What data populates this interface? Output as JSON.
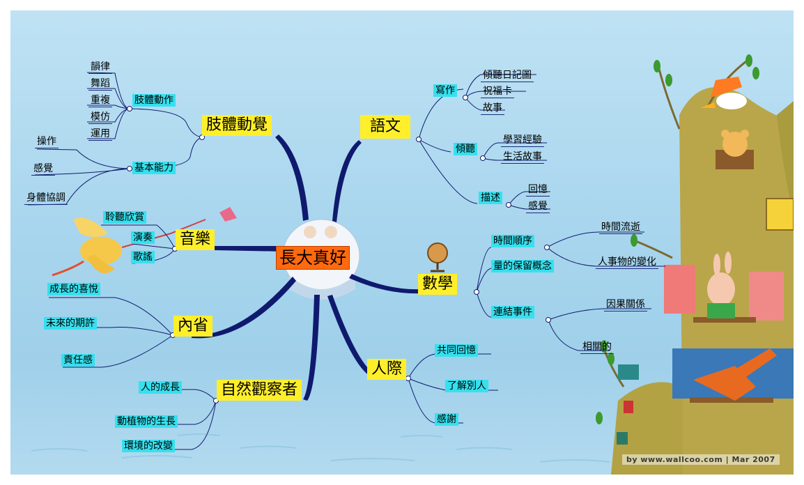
{
  "center": "長大真好",
  "branches": {
    "body": {
      "title": "肢體動覺",
      "sub1": {
        "label": "肢體動作",
        "items": [
          "韻律",
          "舞蹈",
          "重複",
          "模仿",
          "運用"
        ]
      },
      "sub2": {
        "label": "基本能力",
        "items": [
          "操作",
          "感覺",
          "身體協調"
        ]
      }
    },
    "music": {
      "title": "音樂",
      "items": [
        "聆聽欣賞",
        "演奏",
        "歌謠"
      ]
    },
    "intra": {
      "title": "內省",
      "items": [
        "成長的喜悅",
        "未來的期許",
        "責任感"
      ]
    },
    "nature": {
      "title": "自然觀察者",
      "items": [
        "人的成長",
        "動植物的生長",
        "環境的改變"
      ]
    },
    "lang": {
      "title": "語文",
      "writing": {
        "label": "寫作",
        "items": [
          "傾聽日記圖",
          "祝福卡",
          "故事"
        ]
      },
      "listening": {
        "label": "傾聽",
        "items": [
          "學習經驗",
          "生活故事"
        ]
      },
      "describe": {
        "label": "描述",
        "items": [
          "回憶",
          "感覺"
        ]
      }
    },
    "math": {
      "title": "數學",
      "sequence": {
        "label": "時間順序",
        "items": [
          "時間流逝",
          "人事物的變化"
        ]
      },
      "conservation": {
        "label": "量的保留概念"
      },
      "linking": {
        "label": "連結事件",
        "items": [
          "因果關係",
          "相關的"
        ]
      }
    },
    "social": {
      "title": "人際",
      "items": [
        "共同回憶",
        "了解別人",
        "感謝"
      ]
    }
  },
  "credit": "by www.wallcoo.com | Mar 2007",
  "colors": {
    "branch": "#0f1a6e",
    "main_bg": "#ffef2a",
    "sub_bg": "#36e0ee",
    "center_bg": "#ff6a10"
  }
}
